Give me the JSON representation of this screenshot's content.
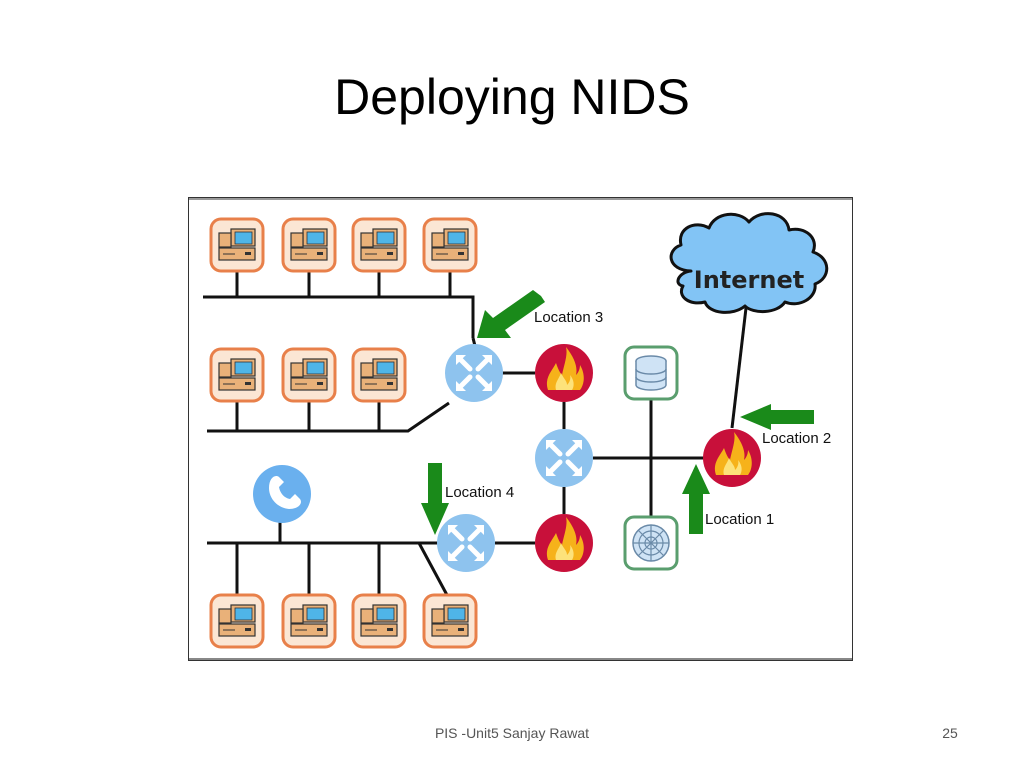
{
  "slide": {
    "title": "Deploying NIDS",
    "footer": "PIS -Unit5 Sanjay Rawat",
    "page_number": "25"
  },
  "diagram": {
    "cloud_label": "Internet",
    "locations": {
      "location1": "Location 1",
      "location2": "Location 2",
      "location3": "Location 3",
      "location4": "Location 4"
    },
    "colors": {
      "computer_frame": "#e8804a",
      "router": "#8ec3ee",
      "firewall": "#c8103a",
      "flame": "#f6b21a",
      "server_frame": "#5a9e6e",
      "arrow": "#1a8a1a",
      "cloud": "#82c4f5"
    },
    "icons": [
      "computer-icon",
      "router-icon",
      "firewall-icon",
      "database-server-icon",
      "web-server-icon",
      "telephone-icon",
      "internet-cloud",
      "arrow-icon"
    ]
  }
}
